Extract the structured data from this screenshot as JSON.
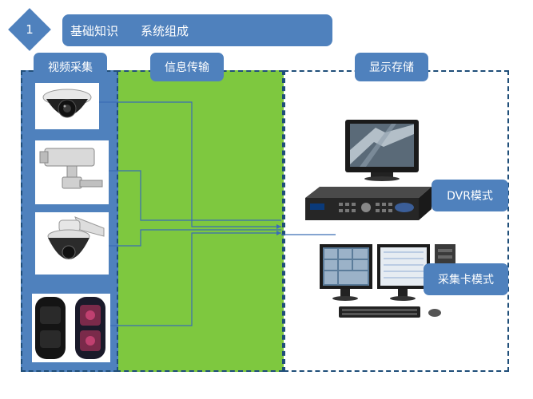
{
  "header": {
    "number": "1",
    "title_left": "基础知识",
    "title_right": "系统组成"
  },
  "sections": {
    "capture": "视频采集",
    "transmission": "信息传输",
    "display": "显示存储"
  },
  "modes": {
    "dvr": "DVR模式",
    "capture_card": "采集卡模式"
  },
  "colors": {
    "accent": "#4f81bd",
    "green": "#7ec83f",
    "dashed": "#1f4e79"
  },
  "icons": [
    "dome-camera-icon",
    "box-camera-icon",
    "speed-dome-camera-icon",
    "infrared-beam-detector-icon",
    "lcd-monitor-icon",
    "dvr-recorder-icon",
    "pc-workstation-icon"
  ]
}
